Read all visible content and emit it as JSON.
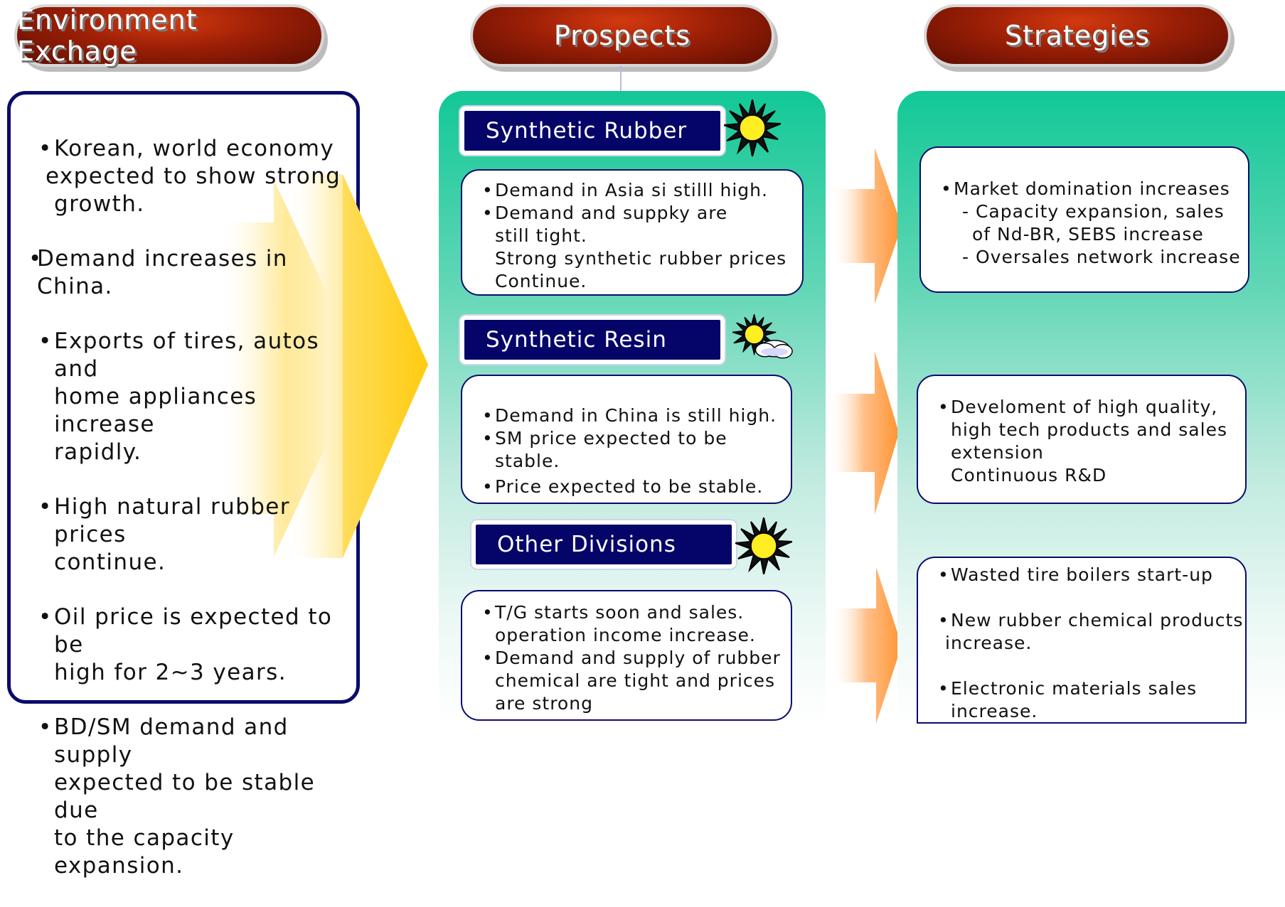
{
  "headers": {
    "environment": "Environment Exchage",
    "prospects": "Prospects",
    "strategies": "Strategies"
  },
  "environment_items": [
    {
      "line1": "Korean, world economy",
      "line2": "expected to show strong",
      "line3": "growth."
    },
    {
      "text": "Demand increases in China."
    },
    {
      "line1": "Exports of tires, autos and",
      "line2": "home appliances increase",
      "line3": "rapidly."
    },
    {
      "line1": "High natural rubber prices",
      "line2": "continue."
    },
    {
      "line1": "Oil price is expected to be",
      "line2": "high for 2~3 years."
    },
    {
      "line1": "BD/SM demand and supply",
      "line2": "expected to be stable due",
      "line3": "to the capacity expansion."
    }
  ],
  "prospects": {
    "synthetic_rubber": {
      "label": "Synthetic Rubber",
      "weather_icon": "sun-icon",
      "item1": "Demand in Asia si stilll high.",
      "item2_line1": "Demand and suppky  are",
      "item2_line2": "still tight.",
      "item2_line3": "Strong synthetic rubber prices",
      "item2_line4": "Continue."
    },
    "synthetic_resin": {
      "label": "Synthetic Resin",
      "weather_icon": "sun-cloud-icon",
      "item1": "Demand in China is still high.",
      "item2": "SM price expected to be stable.",
      "item3": "Price expected to be stable."
    },
    "other_divisions": {
      "label": "Other Divisions",
      "weather_icon": "sun-icon",
      "item1_line1": "T/G starts soon and sales.",
      "item1_line2": "operation income increase.",
      "item2_line1": "Demand and supply of rubber",
      "item2_line2": "chemical are tight and prices",
      "item2_line3": "are strong"
    }
  },
  "strategies": {
    "card1": {
      "bullet": "Market domination increases",
      "sub1_line1": "- Capacity expansion, sales",
      "sub1_line2": "of Nd-BR, SEBS increase",
      "sub2": "- Oversales network increase"
    },
    "card2": {
      "line1": "Develoment of high quality,",
      "line2": "high tech products and sales",
      "line3": "extension",
      "line4": "Continuous R&D"
    },
    "card3": {
      "item1": "Wasted tire boilers start-up",
      "item2_line1": "New rubber chemical products",
      "item2_line2": "increase.",
      "item3_line1": "Electronic materials sales",
      "item3_line2": "increase."
    }
  },
  "colors": {
    "header_red": "#9c1f06",
    "navy": "#050569",
    "teal": "#12c896",
    "arrow_yellow": "#ffd21a",
    "arrow_orange": "#ff9a3c"
  }
}
